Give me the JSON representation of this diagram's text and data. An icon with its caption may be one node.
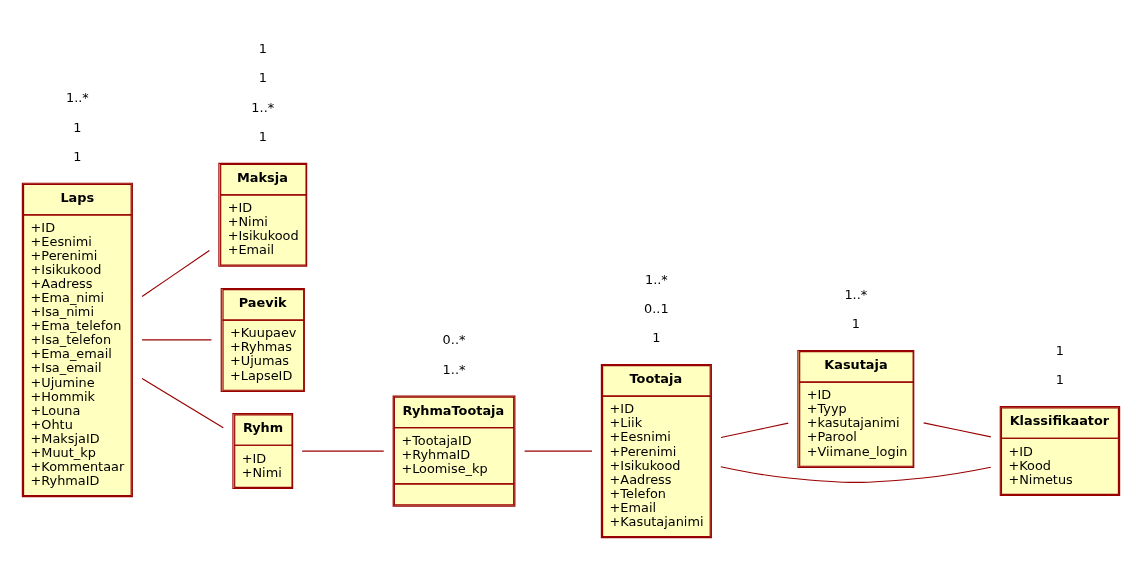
{
  "diagram": {
    "nodes": [
      {
        "text": [
          "Laps",
          "+ID",
          "+Eesnimi",
          "+Perenimi",
          "+Isikukood",
          "+Aadress",
          "+Ema_nimi",
          "+Isa_nimi",
          "+Ema_telefon",
          "+Isa_telefon",
          "+Ema_email",
          "+Isa_email",
          "+Ujumine",
          "+Hommik",
          "+Louna",
          "+Ohtu",
          "+MaksjaID",
          "+Muut_kp",
          "+Kommentaar",
          "+RyhmaID"
        ]
      },
      {
        "text": [
          "Maksja",
          "+ID",
          "+Nimi",
          "+Isikukood",
          "+Email"
        ]
      },
      {
        "text": [
          "Paevik",
          "+Kuupaev",
          "+Ryhmas",
          "+Ujumas",
          "+LapseID"
        ]
      },
      {
        "text": [
          "Ryhm",
          "+ID",
          "+Nimi"
        ]
      },
      {
        "text": [
          "RyhmaTootaja",
          "+TootajaID",
          "+RyhmaID",
          "+Loomise_kp"
        ]
      },
      {
        "text": [
          "Tootaja",
          "+ID",
          "+Liik",
          "+Eesnimi",
          "+Perenimi",
          "+Isikukood",
          "+Aadress",
          "+Telefon",
          "+Email",
          "+Kasutajanimi"
        ]
      },
      {
        "text": [
          "Kasutaja",
          "+ID",
          "+Tyyp",
          "+kasutajanimi",
          "+Parool",
          "+Viimane_login"
        ]
      },
      {
        "text": [
          "Klassifikaator",
          "+ID",
          "+Kood",
          "+Nimetus"
        ]
      }
    ],
    "edges": [
      {
        "from": 0,
        "to": 1,
        "arrow": "none"
      },
      {
        "from": 0,
        "to": 2,
        "arrow": "none"
      },
      {
        "from": 0,
        "to": 3,
        "arrow": "none"
      },
      {
        "from": 3,
        "to": 4,
        "arrow": "none"
      },
      {
        "from": 4,
        "to": 5,
        "arrow": "none"
      },
      {
        "from": 5,
        "to": 6,
        "arrow": "none"
      },
      {
        "from": 5,
        "to": 7,
        "arrow": "none"
      },
      {
        "from": 6,
        "to": 7,
        "arrow": "none"
      }
    ],
    "labels": [
      "1",
      "1",
      "1..*",
      "1",
      "1..*",
      "1",
      "1",
      "1",
      "1..*",
      "1..*",
      "0..*",
      "1",
      "0..1",
      "1",
      "1",
      "1..*"
    ]
  }
}
